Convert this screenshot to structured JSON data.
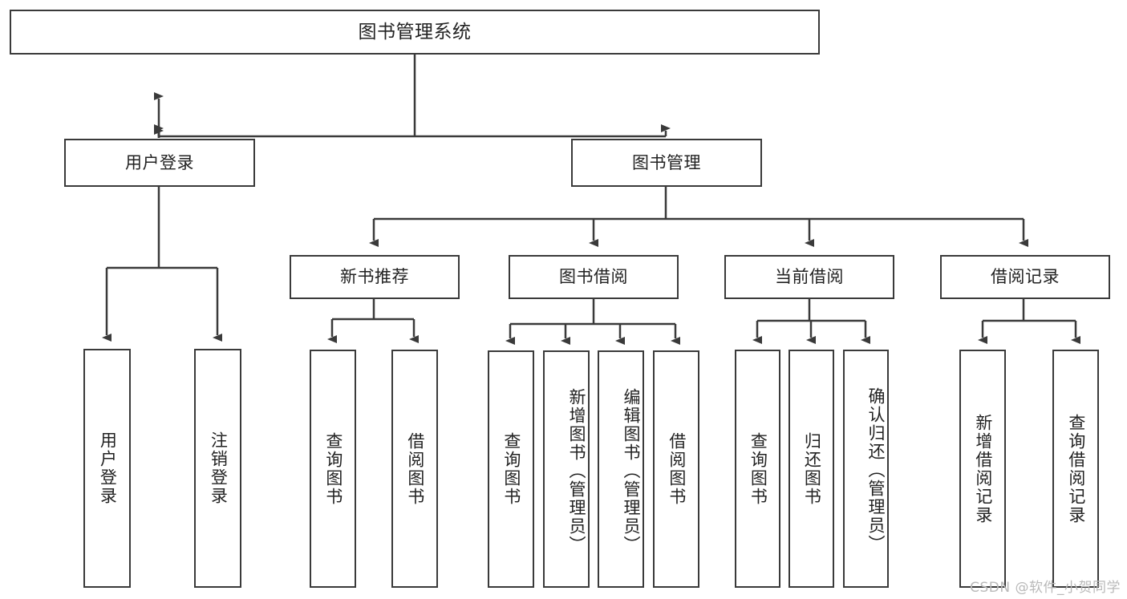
{
  "diagram": {
    "title": "图书管理系统",
    "type": "tree-hierarchy",
    "root": {
      "label": "图书管理系统"
    },
    "level2": [
      {
        "label": "用户登录"
      },
      {
        "label": "图书管理"
      }
    ],
    "level3": [
      {
        "label": "新书推荐"
      },
      {
        "label": "图书借阅"
      },
      {
        "label": "当前借阅"
      },
      {
        "label": "借阅记录"
      }
    ],
    "leaves": {
      "user_login": [
        {
          "label": "用户登录"
        },
        {
          "label": "注销登录"
        }
      ],
      "new_book_recommend": [
        {
          "label": "查询图书"
        },
        {
          "label": "借阅图书"
        }
      ],
      "book_borrow": [
        {
          "label": "查询图书"
        },
        {
          "label": "新增图书（管理员）"
        },
        {
          "label": "编辑图书（管理员）"
        },
        {
          "label": "借阅图书"
        }
      ],
      "current_borrow": [
        {
          "label": "查询图书"
        },
        {
          "label": "归还图书"
        },
        {
          "label": "确认归还（管理员）"
        }
      ],
      "borrow_record": [
        {
          "label": "新增借阅记录"
        },
        {
          "label": "查询借阅记录"
        }
      ]
    }
  },
  "watermark": {
    "text": "CSDN @软件_小贺同学"
  },
  "colors": {
    "stroke": "#3a3a3a",
    "text": "#222222",
    "background": "#ffffff",
    "watermark": "#b9b9b9"
  }
}
